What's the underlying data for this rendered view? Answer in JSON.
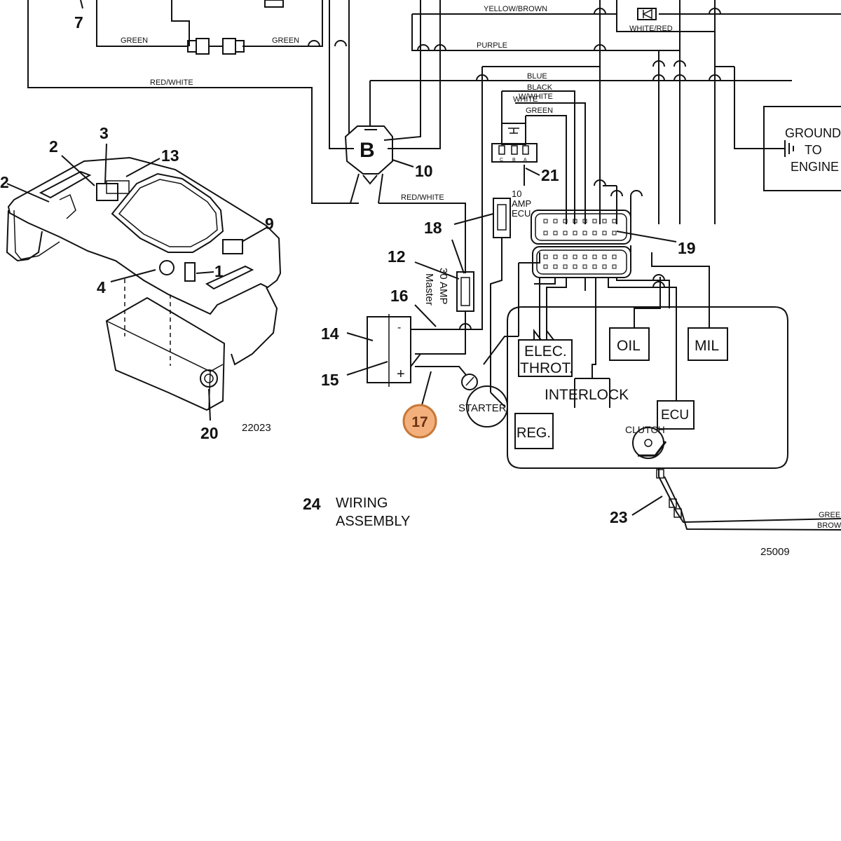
{
  "callouts": {
    "c1": "1",
    "c2a": "2",
    "c2b": "2",
    "c3": "3",
    "c4": "4",
    "c7": "7",
    "c9": "9",
    "c10": "10",
    "c12": "12",
    "c13": "13",
    "c14": "14",
    "c15": "15",
    "c16": "16",
    "c17": "17",
    "c18": "18",
    "c19": "19",
    "c20": "20",
    "c21": "21",
    "c23": "23",
    "c24": "24"
  },
  "highlighted_callout": "17",
  "wire_labels": {
    "yellow_brown": "YELLOW/BROWN",
    "white_red": "WHITE/RED",
    "green_left": "GREEN",
    "green_right": "GREEN",
    "purple": "PURPLE",
    "red_white_top": "RED/WHITE",
    "blue": "BLUE",
    "black": "BLACK",
    "w_white": "W/WHITE",
    "white": "WHITE",
    "green_mid": "GREEN",
    "red_white_mid": "RED/WHITE",
    "green_bottom": "GREEN",
    "brown_bottom": "BROW"
  },
  "components": {
    "regulator_b": "B",
    "ground_line1": "GROUND",
    "ground_line2": "TO",
    "ground_line3": "ENGINE",
    "fuse_ecu_line1": "10",
    "fuse_ecu_line2": "AMP",
    "fuse_ecu_line3": "ECU",
    "fuse_master_line1": "30 AMP",
    "fuse_master_line2": "Master",
    "battery_minus": "-",
    "battery_plus": "+",
    "starter": "STARTER",
    "elec_throt_line1": "ELEC.",
    "elec_throt_line2": "THROT.",
    "oil": "OIL",
    "mil": "MIL",
    "interlock": "INTERLOCK",
    "ecu": "ECU",
    "reg": "REG.",
    "clutch": "CLUTCH",
    "pin_c": "C",
    "pin_b": "B",
    "pin_a": "A"
  },
  "reference_numbers": {
    "left_figure": "22023",
    "right_figure": "25009"
  },
  "wiring_assembly": {
    "line1": "WIRING",
    "line2": "ASSEMBLY"
  }
}
